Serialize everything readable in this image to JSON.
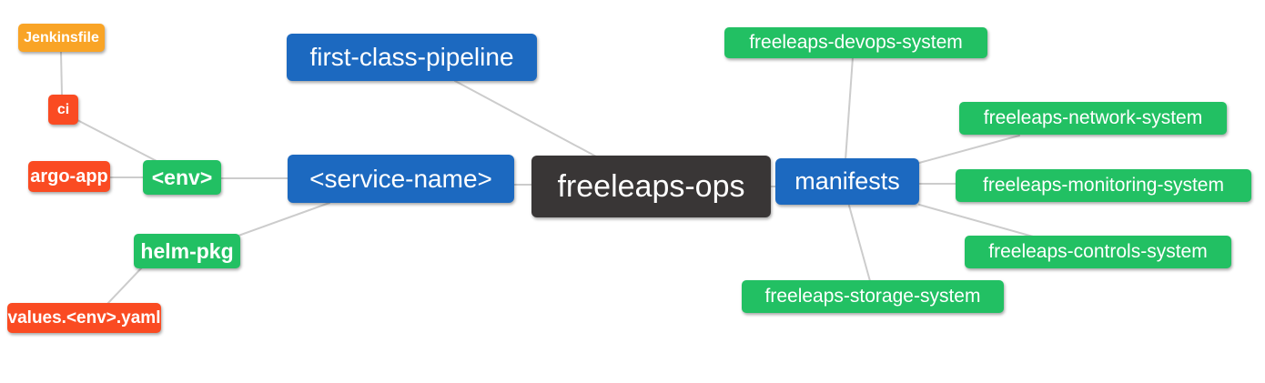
{
  "colors": {
    "root_node": "#393636",
    "branch_node": "#1c69c0",
    "green_node": "#22c063",
    "orange_red_node": "#fa4b22",
    "amber_node": "#f9a426",
    "edge_line": "#cccccc",
    "node_text": "#ffffff",
    "background": "#ffffff"
  },
  "nodes": {
    "root": {
      "label": "freeleaps-ops"
    },
    "first_class_pipeline": {
      "label": "first-class-pipeline"
    },
    "service_name": {
      "label": "<service-name>"
    },
    "manifests": {
      "label": "manifests"
    },
    "env": {
      "label": "<env>"
    },
    "helm_pkg": {
      "label": "helm-pkg"
    },
    "argo_app": {
      "label": "argo-app"
    },
    "ci": {
      "label": "ci"
    },
    "jenkinsfile": {
      "label": "Jenkinsfile"
    },
    "values_yaml": {
      "label": "values.<env>.yaml"
    },
    "devops_system": {
      "label": "freeleaps-devops-system"
    },
    "network_system": {
      "label": "freeleaps-network-system"
    },
    "monitoring_system": {
      "label": "freeleaps-monitoring-system"
    },
    "controls_system": {
      "label": "freeleaps-controls-system"
    },
    "storage_system": {
      "label": "freeleaps-storage-system"
    }
  },
  "edges": [
    {
      "from": "jenkinsfile",
      "to": "ci"
    },
    {
      "from": "ci",
      "to": "env"
    },
    {
      "from": "argo_app",
      "to": "env"
    },
    {
      "from": "env",
      "to": "service_name"
    },
    {
      "from": "service_name",
      "to": "helm_pkg"
    },
    {
      "from": "helm_pkg",
      "to": "values_yaml"
    },
    {
      "from": "first_class_pipeline",
      "to": "root"
    },
    {
      "from": "service_name",
      "to": "root"
    },
    {
      "from": "root",
      "to": "manifests"
    },
    {
      "from": "manifests",
      "to": "devops_system"
    },
    {
      "from": "manifests",
      "to": "network_system"
    },
    {
      "from": "manifests",
      "to": "monitoring_system"
    },
    {
      "from": "manifests",
      "to": "controls_system"
    },
    {
      "from": "manifests",
      "to": "storage_system"
    }
  ]
}
